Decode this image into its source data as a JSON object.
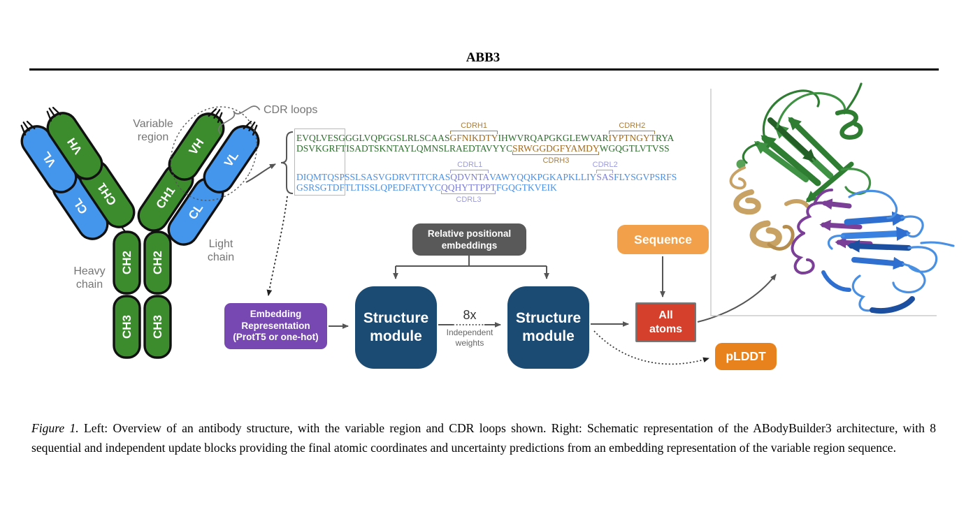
{
  "title": "ABB3",
  "antibody": {
    "domains": {
      "vh": "VH",
      "vl": "VL",
      "ch1": "CH1",
      "cl": "CL",
      "ch2": "CH2",
      "ch3": "CH3"
    },
    "labels": {
      "variable_1": "Variable",
      "variable_2": "region",
      "cdr_loops": "CDR loops",
      "light_1": "Light",
      "light_2": "chain",
      "heavy_1": "Heavy",
      "heavy_2": "chain"
    },
    "colors": {
      "heavy_chain_green": "#3c8c2e",
      "light_chain_blue": "#4495ec"
    }
  },
  "sequences": {
    "heavy": {
      "lines": [
        {
          "segments": [
            {
              "text": "EVQLVESGGGLVQPGGSLRLSCAAS",
              "type": "fw"
            },
            {
              "text": "GFNIKDTY",
              "type": "cdr",
              "label": "CDRH1",
              "bracket": "top"
            },
            {
              "text": "IHWVRQAPGKGLEWVAR",
              "type": "fw"
            },
            {
              "text": "IYPTNGYT",
              "type": "cdr",
              "label": "CDRH2",
              "bracket": "top"
            },
            {
              "text": "RYA",
              "type": "fw"
            }
          ]
        },
        {
          "segments": [
            {
              "text": "DSVKGRFTISADTSKNTAYLQMNSLRAEDTAVYYC",
              "type": "fw"
            },
            {
              "text": "SRWGGDGFYAMDY",
              "type": "cdr",
              "label": "CDRH3",
              "bracket": "bottom"
            },
            {
              "text": "WGQGTLVTVSS",
              "type": "fw"
            }
          ]
        }
      ],
      "color_framework": "#2e6e2e",
      "color_cdr": "#a06a20",
      "color_label": "#a87e3f"
    },
    "light": {
      "lines": [
        {
          "segments": [
            {
              "text": "DIQMTQSPSSLSASVGDRVTITCRAS",
              "type": "fw"
            },
            {
              "text": "QDVNTA",
              "type": "cdr",
              "label": "CDRL1",
              "bracket": "top"
            },
            {
              "text": "VAWYQQKPGKAPKLLIY",
              "type": "fw"
            },
            {
              "text": "SAS",
              "type": "cdr",
              "label": "CDRL2",
              "bracket": "top"
            },
            {
              "text": "FLYSGVPSRFS",
              "type": "fw"
            }
          ]
        },
        {
          "segments": [
            {
              "text": "GSRSGTDFTLTISSLQPEDFATYYC",
              "type": "fw"
            },
            {
              "text": "QQHYTTPPT",
              "type": "cdr",
              "label": "CDRL3",
              "bracket": "bottom"
            },
            {
              "text": "FGQGTKVEIK",
              "type": "fw"
            }
          ]
        }
      ],
      "color_framework": "#4a90e8",
      "color_cdr": "#7b7dd8",
      "color_label": "#9b9be0"
    }
  },
  "architecture": {
    "rel_pos_line1": "Relative positional",
    "rel_pos_line2": "embeddings",
    "embedding_line1": "Embedding",
    "embedding_line2": "Representation",
    "embedding_line3": "(ProtT5 or one-hot)",
    "structure_line1": "Structure",
    "structure_line2": "module",
    "multiplier": "8x",
    "independent_line1": "Independent",
    "independent_line2": "weights",
    "sequence": "Sequence",
    "all_atoms_line1": "All",
    "all_atoms_line2": "atoms",
    "plddt": "pLDDT",
    "colors": {
      "rel_pos_gray": "#595959",
      "embedding_purple": "#7748b2",
      "structure_blue": "#1b4a72",
      "sequence_orange": "#f2a14a",
      "all_atoms_red": "#d5402c",
      "plddt_orange": "#e8821c"
    }
  },
  "caption": {
    "prefix": "Figure 1.",
    "body": " Left: Overview of an antibody structure, with the variable region and CDR loops shown. Right: Schematic representation of the ABodyBuilder3 architecture, with 8 sequential and independent update blocks providing the final atomic coordinates and uncertainty predictions from an embedding representation of the variable region sequence."
  }
}
